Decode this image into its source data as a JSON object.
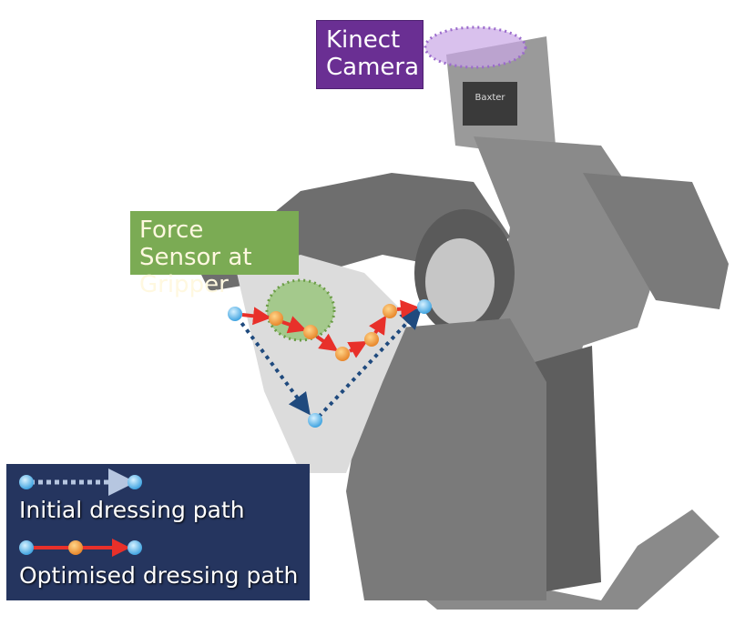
{
  "labels": {
    "kinect_camera": "Kinect Camera",
    "force_sensor": "Force Sensor at Gripper"
  },
  "legend": {
    "initial_path": "Initial dressing path",
    "optimised_path": "Optimised dressing path"
  },
  "robot_logo": "Baxter",
  "colors": {
    "kinect_box": "#6a2f93",
    "force_box": "#7bab54",
    "legend_bg": "#25355f",
    "initial_path": "#1f4a7e",
    "optimised_path": "#e8302a",
    "waypoint_blue": "#6cc4f2",
    "waypoint_orange": "#f5a53a"
  }
}
